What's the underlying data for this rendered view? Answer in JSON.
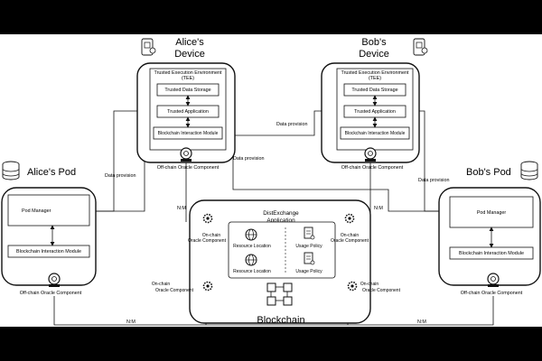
{
  "alice_device": {
    "title_line1": "Alice's",
    "title_line2": "Device",
    "tee_line1": "Trusted Execution Environment",
    "tee_line2": "(TEE)",
    "trusted_storage": "Trusted Data Storage",
    "trusted_application": "Trusted Application",
    "blockchain_module": "Blockchain Interaction Module",
    "offchain_component": "Off-chain Oracle Component"
  },
  "bob_device": {
    "title_line1": "Bob's",
    "title_line2": "Device",
    "tee_line1": "Trusted Execution Environment",
    "tee_line2": "(TEE)",
    "trusted_storage": "Trusted Data Storage",
    "trusted_application": "Trusted Application",
    "blockchain_module": "Blockchain Interaction Module",
    "offchain_component": "Off-chain Oracle Component"
  },
  "alice_pod": {
    "title": "Alice's Pod",
    "pod_manager": "Pod Manager",
    "blockchain_module": "Blockchain Interaction Module",
    "offchain_component": "Off-chain Oracle Component"
  },
  "bob_pod": {
    "title": "Bob's Pod",
    "pod_manager": "Pod Manager",
    "blockchain_module": "Blockchain Interaction Module",
    "offchain_component": "Off-chain Oracle Component"
  },
  "center": {
    "app_line1": "DistExchange",
    "app_line2": "Application",
    "resource_location_1": "Resource Location",
    "resource_location_2": "Resource Location",
    "usage_policy_1": "Usage Policy",
    "usage_policy_2": "Usage Policy",
    "onchain_left_top_1": "On-chain",
    "onchain_left_top_2": "Oracle Component",
    "onchain_right_top_1": "On-chain",
    "onchain_right_top_2": "Oracle Component",
    "onchain_left_bottom_1": "On-chain",
    "onchain_left_bottom_2": "Oracle Component",
    "onchain_right_bottom_1": "On-chain",
    "onchain_right_bottom_2": "Oracle Component"
  },
  "blockchain_label": "Blockchain",
  "edge_labels": {
    "data_provision_left": "Data provision",
    "data_provision_mid_left": "Data provision",
    "data_provision_mid_right": "Data provision",
    "data_provision_right": "Data provision",
    "nm_left": "N:M",
    "nm_right": "N:M",
    "nm_bottom_left": "N:M",
    "nm_bottom_right": "N:M"
  }
}
